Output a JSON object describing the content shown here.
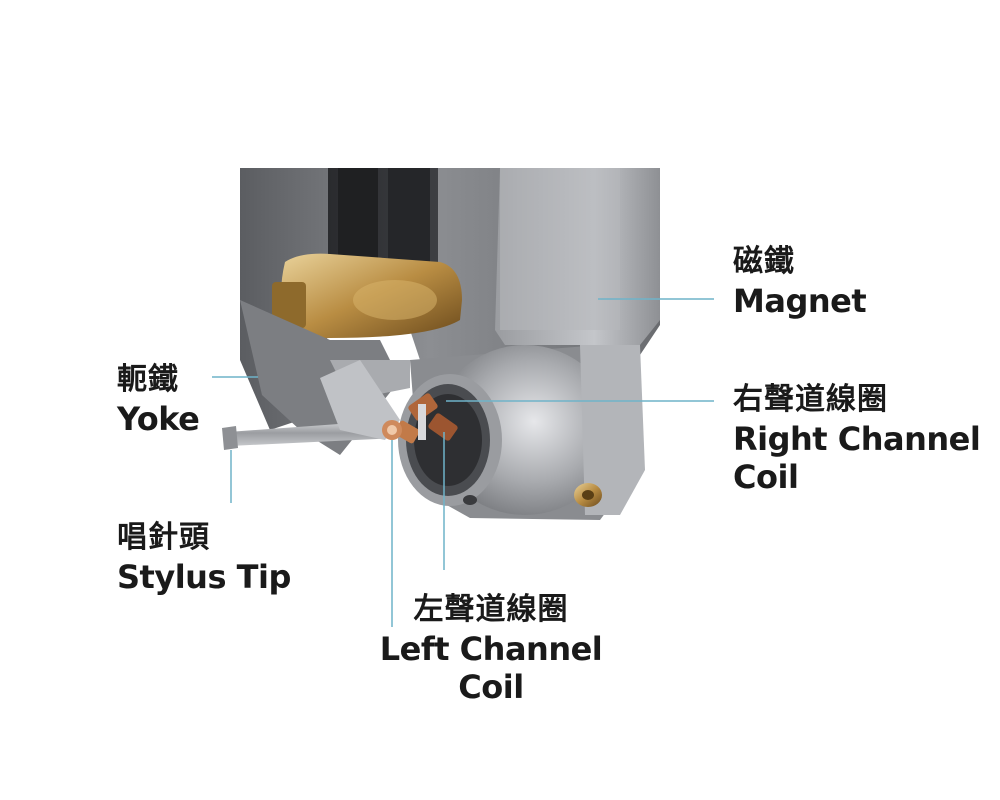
{
  "colors": {
    "leader_line": "#6fb3c9",
    "background": "#ffffff",
    "label_text": "#1a1a1a",
    "body_gray": "#7a7c80",
    "coil_copper": "#b0663a",
    "brass": "#c9a35a"
  },
  "labels": {
    "magnet": {
      "zh": "磁鐵",
      "en": "Magnet"
    },
    "yoke": {
      "zh": "軛鐵",
      "en": "Yoke"
    },
    "right_coil": {
      "zh": "右聲道線圈",
      "en_line1": "Right Channel",
      "en_line2": "Coil"
    },
    "stylus_tip": {
      "zh": "唱針頭",
      "en": "Stylus Tip"
    },
    "left_coil": {
      "zh": "左聲道線圈",
      "en": "Left Channel Coil"
    }
  }
}
